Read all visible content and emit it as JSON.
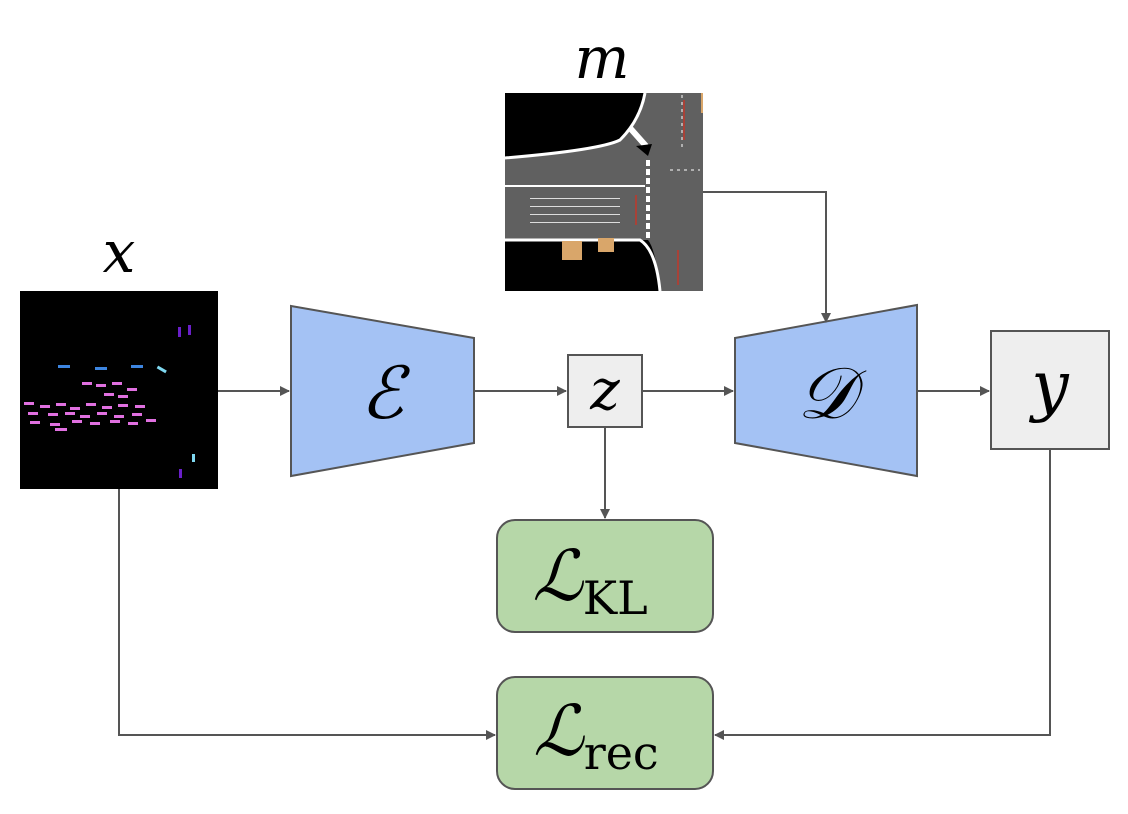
{
  "labels": {
    "x": "x",
    "m": "m",
    "z": "z",
    "y": "y",
    "encoder": "ℰ",
    "decoder": "𝒟",
    "loss_symbol": "ℒ",
    "loss_kl_sub": "KL",
    "loss_rec_sub": "rec"
  },
  "colors": {
    "trapezoid_fill": "#a4c2f4",
    "trapezoid_stroke": "#555555",
    "latent_box_fill": "#eeeeee",
    "loss_box_fill": "#b6d7a8",
    "arrow": "#555555",
    "image_background": "#000000",
    "agent_pink": "#e070e0",
    "agent_blue": "#3d85e0",
    "agent_purple": "#6a1fc9",
    "agent_cyan": "#7fd8f0",
    "road_gray": "#606060",
    "lane_white": "#ffffff",
    "building_tan": "#d9a66a"
  }
}
